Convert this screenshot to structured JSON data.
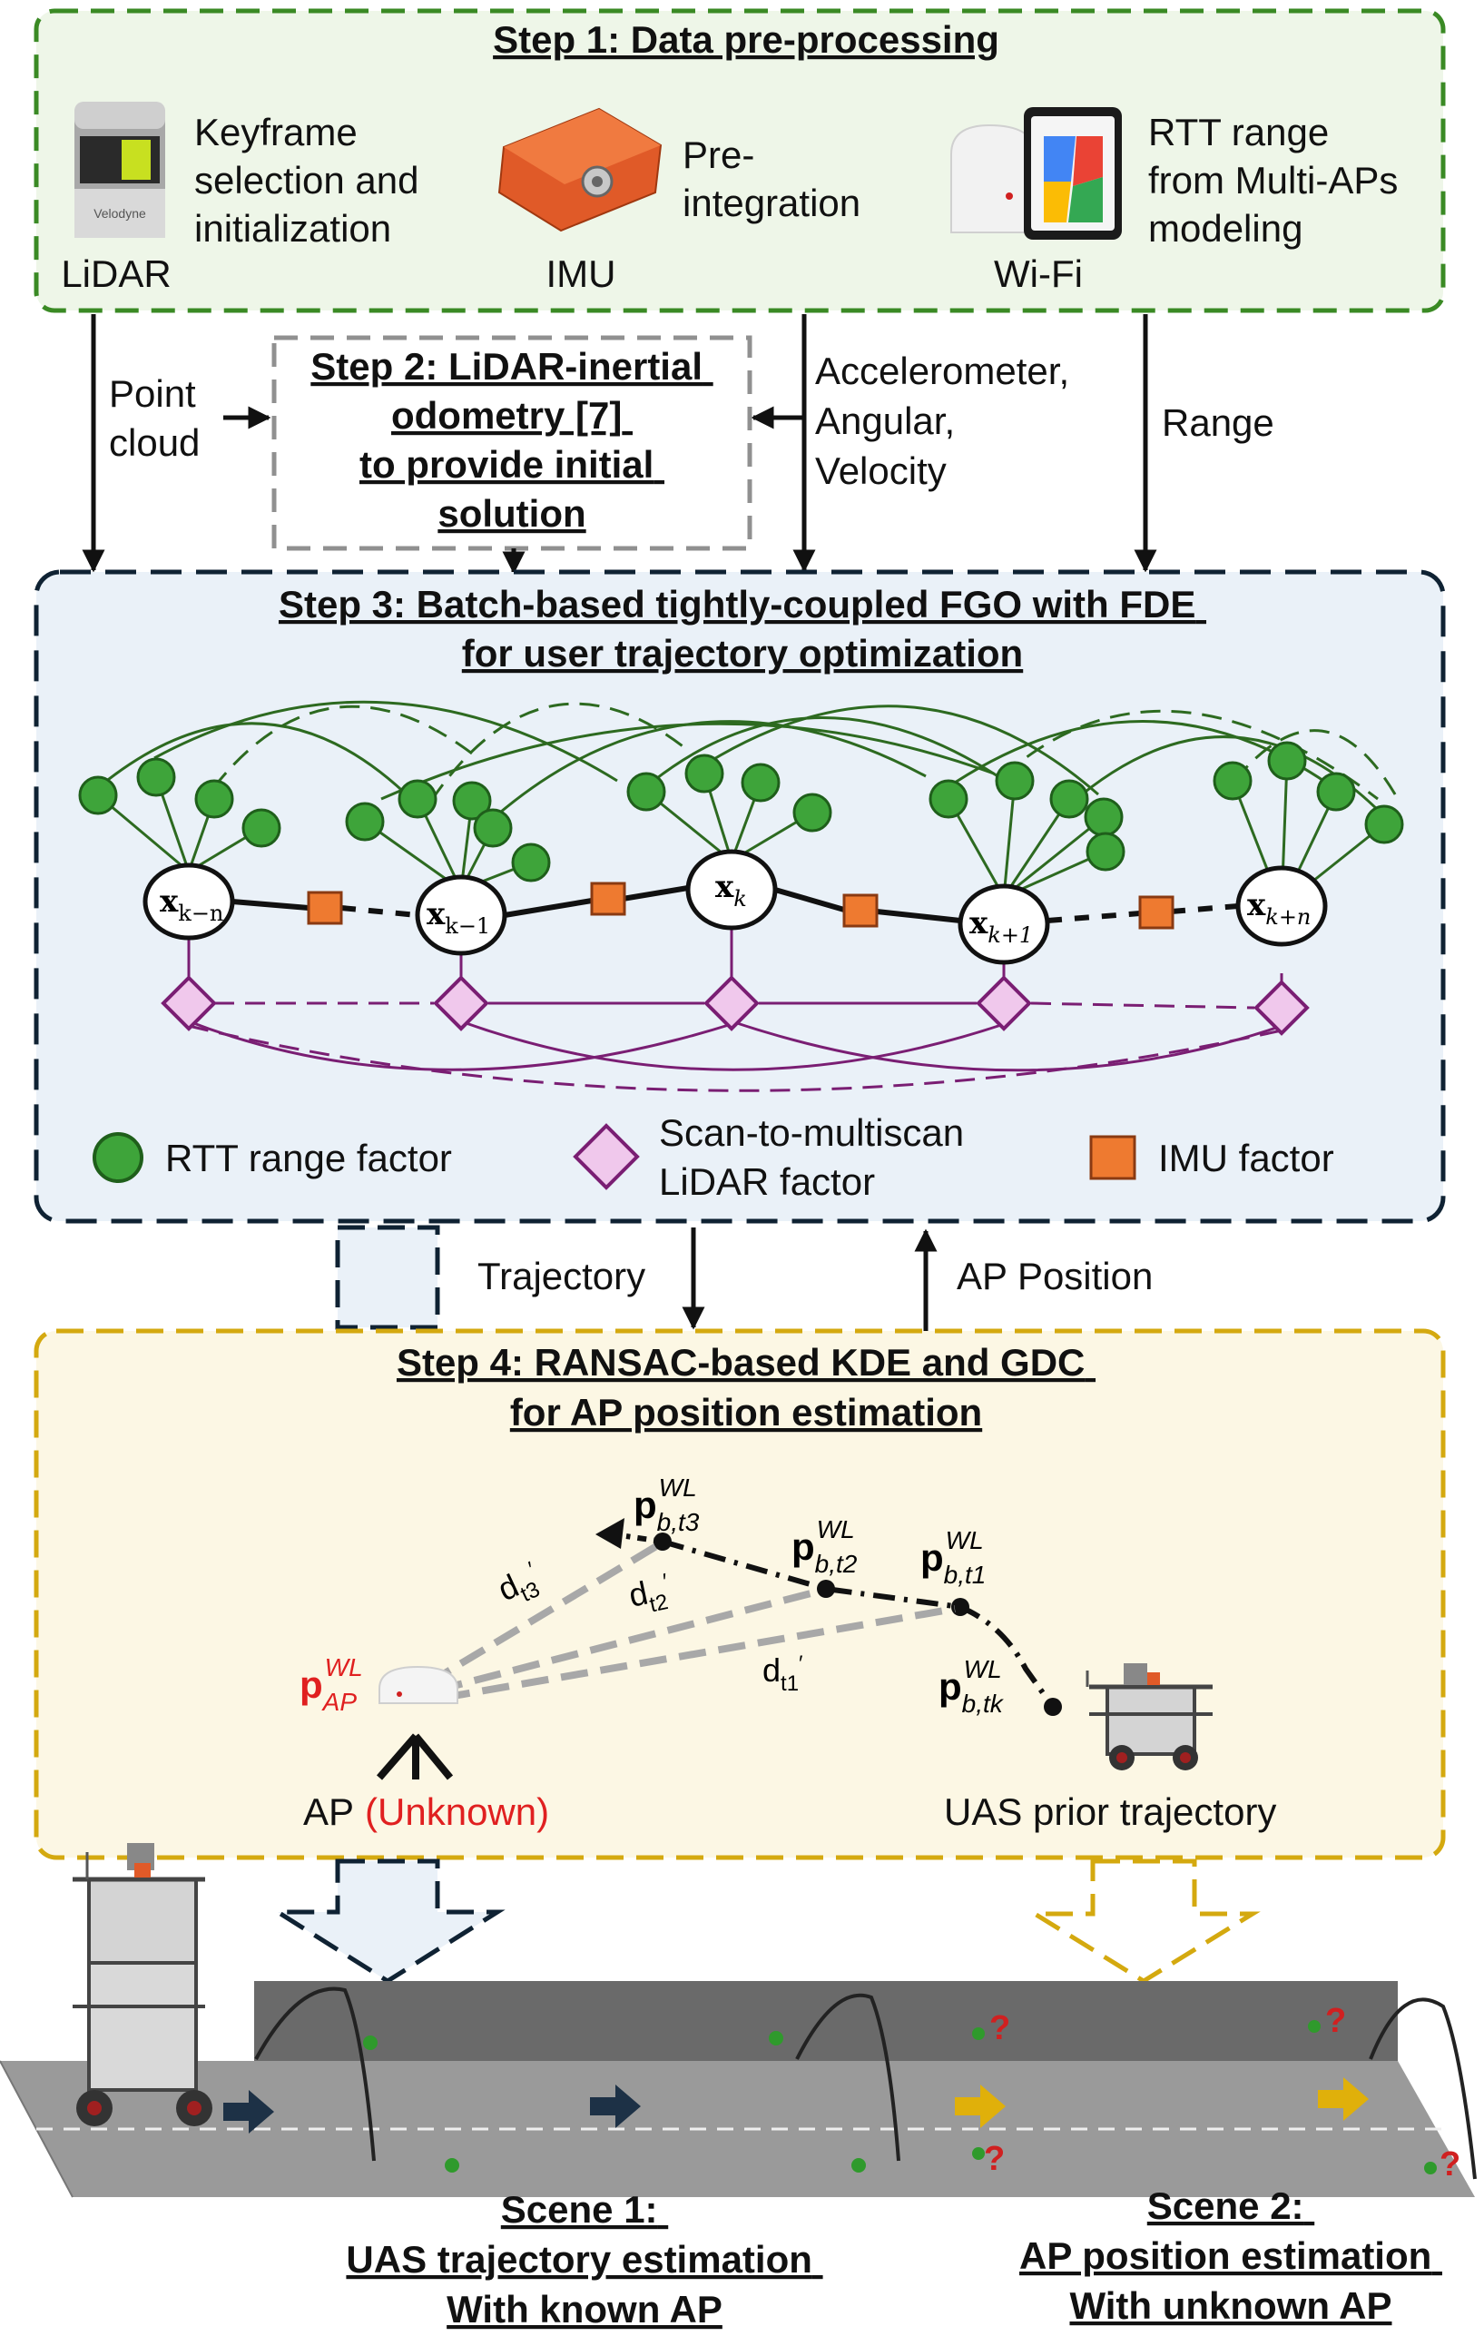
{
  "step1": {
    "title": "Step 1: Data pre-processing",
    "lidar_desc": [
      "Keyframe",
      "selection and",
      "initialization"
    ],
    "lidar_label": "LiDAR",
    "imu_desc": [
      "Pre-",
      "integration"
    ],
    "imu_label": "IMU",
    "wifi_desc": [
      "RTT range",
      "from Multi-APs",
      "modeling"
    ],
    "wifi_label": "Wi-Fi",
    "lidar_device_text": "Velodyne"
  },
  "step2": {
    "title_lines": [
      "Step 2: LiDAR-inertial",
      "odometry [7]",
      "to provide initial",
      "solution"
    ]
  },
  "flows": {
    "point_cloud": [
      "Point",
      "cloud"
    ],
    "imu_data": [
      "Accelerometer,",
      "Angular,",
      "Velocity"
    ],
    "range": "Range",
    "trajectory": "Trajectory",
    "ap_position": "AP Position"
  },
  "step3": {
    "title_lines": [
      "Step 3: Batch-based tightly-coupled FGO with FDE",
      "for user trajectory optimization"
    ],
    "nodes": [
      {
        "base": "x",
        "sub": "k−n"
      },
      {
        "base": "x",
        "sub": "k−1"
      },
      {
        "base": "x",
        "sub": "k"
      },
      {
        "base": "x",
        "sub": "k+1"
      },
      {
        "base": "x",
        "sub": "k+n"
      }
    ],
    "legend": {
      "rtt": "RTT range factor",
      "scan": [
        "Scan-to-multiscan",
        "LiDAR factor"
      ],
      "imu": "IMU factor"
    }
  },
  "step4": {
    "title_lines": [
      "Step 4: RANSAC-based KDE and GDC",
      "for AP position estimation"
    ],
    "points": [
      {
        "base": "p",
        "sup": "WL",
        "sub": "b,t3"
      },
      {
        "base": "p",
        "sup": "WL",
        "sub": "b,t2"
      },
      {
        "base": "p",
        "sup": "WL",
        "sub": "b,t1"
      },
      {
        "base": "p",
        "sup": "WL",
        "sub": "b,tk"
      }
    ],
    "ap_point": {
      "base": "p",
      "sup": "WL",
      "sub": "AP"
    },
    "distances": [
      {
        "base": "d",
        "sub": "t3"
      },
      {
        "base": "d",
        "sub": "t2"
      },
      {
        "base": "d",
        "sub": "t1"
      }
    ],
    "ap_label": "AP",
    "ap_unknown": "(Unknown)",
    "uas_label": "UAS prior trajectory"
  },
  "scenes": {
    "scene1": [
      "Scene 1:",
      "UAS trajectory estimation",
      "With known AP"
    ],
    "scene2": [
      "Scene 2:",
      "AP position estimation",
      "With unknown AP"
    ],
    "unknown_mark": "?"
  },
  "colors": {
    "step1_border": "#3a8a24",
    "step1_fill": "#eef6e8",
    "step2_border": "#909090",
    "step3_border": "#0f2233",
    "step3_fill": "#eaf1f8",
    "step4_border": "#d4a90f",
    "step4_fill": "#fcf7e4",
    "rtt_fill": "#3ea43a",
    "rtt_stroke": "#1f5f1b",
    "lidar_fill": "#f0c8ec",
    "lidar_stroke": "#7a1e73",
    "imu_fill": "#ee7a30",
    "imu_stroke": "#8a3a12",
    "arrow_navy": "#1d3146",
    "arrow_gold": "#e0b00a",
    "ap_red": "#e02020"
  }
}
